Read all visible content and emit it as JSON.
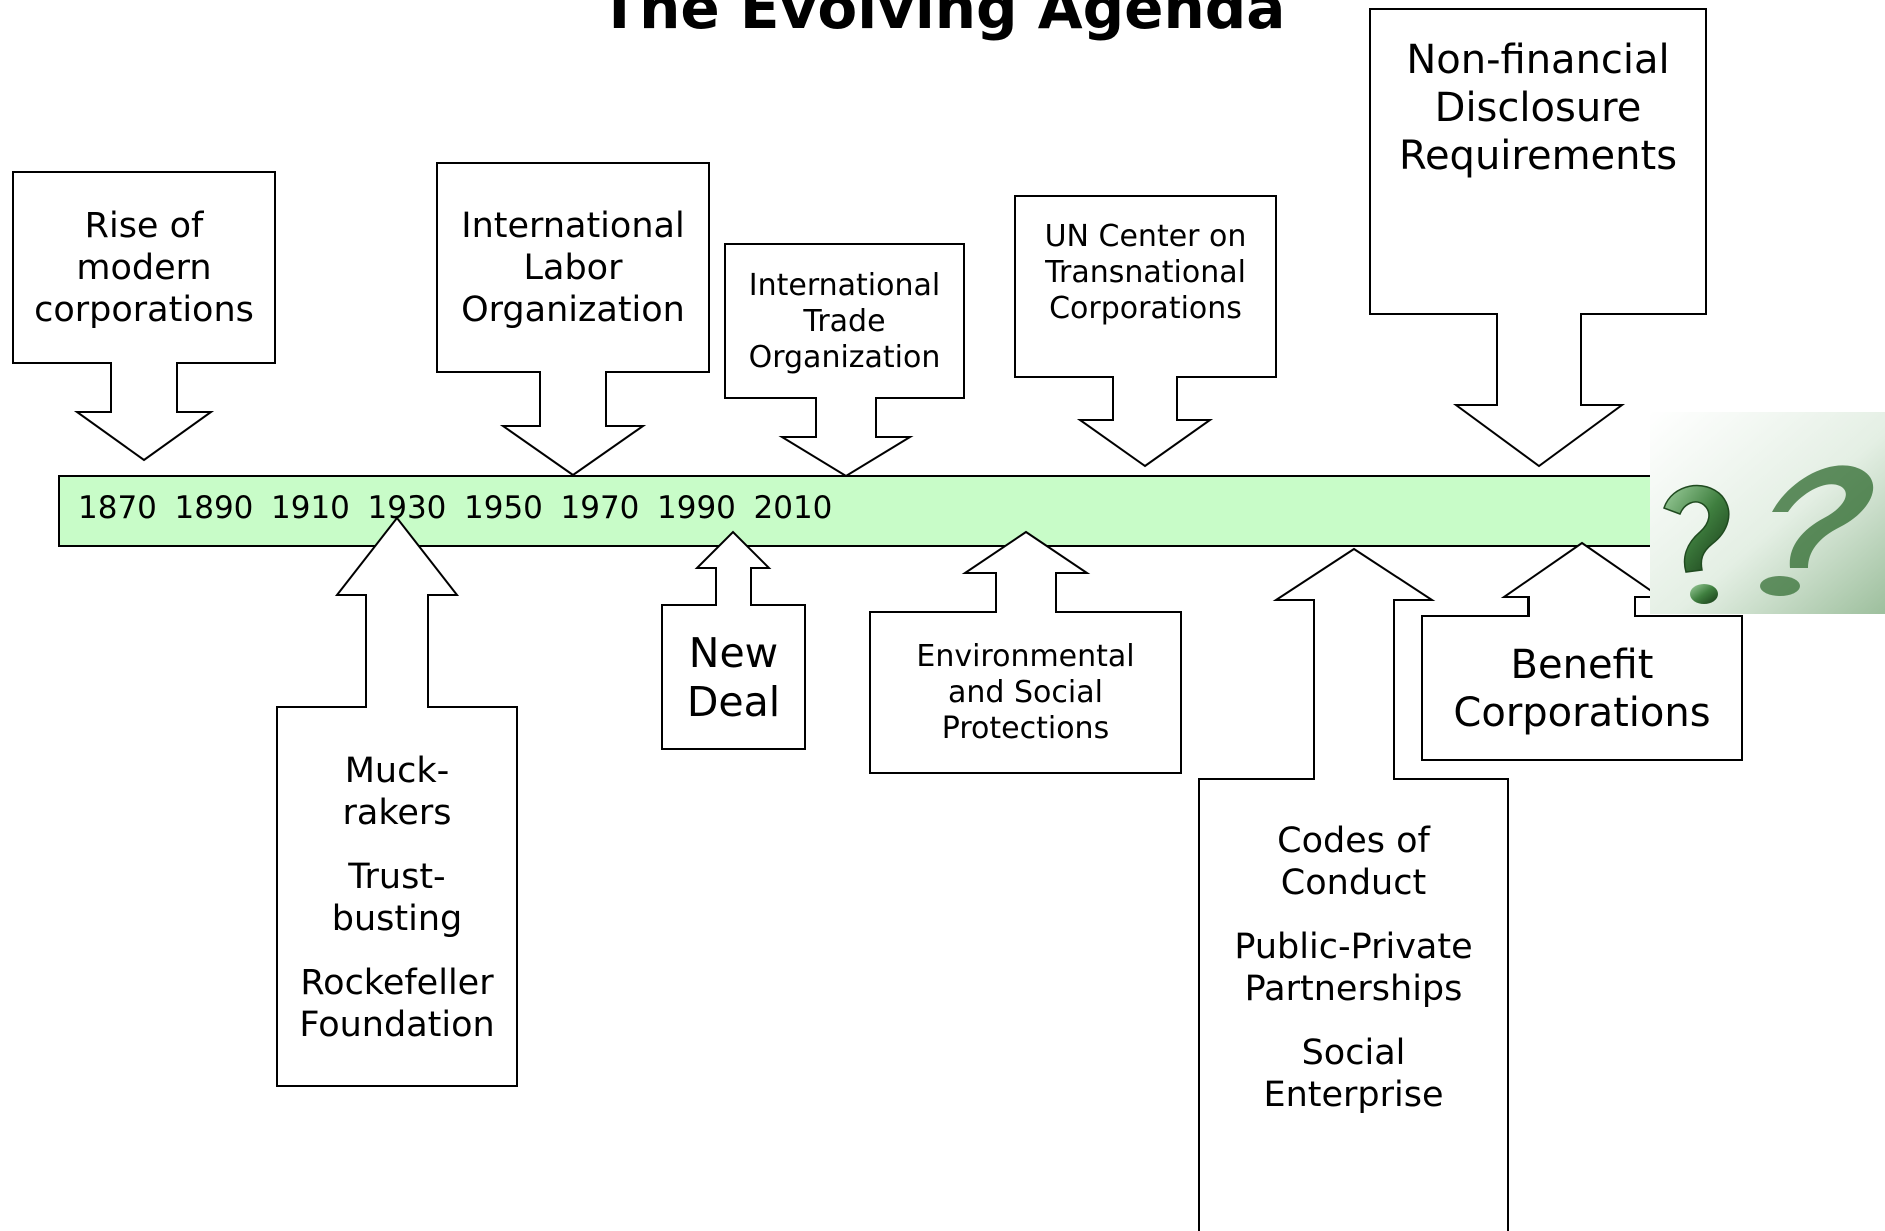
{
  "title": "The Evolving Agenda",
  "colors": {
    "timeline_bar": "#c8fcc8",
    "outline": "#000000",
    "question_mark": "#2e6a2e"
  },
  "timeline": {
    "years": [
      "1870",
      "1890",
      "1910",
      "1930",
      "1950",
      "1970",
      "1990",
      "2010"
    ]
  },
  "callouts_above": [
    {
      "id": "rise",
      "lines": [
        "Rise of",
        "modern",
        "corporations"
      ]
    },
    {
      "id": "ilo",
      "lines": [
        "International",
        "Labor",
        "Organization"
      ]
    },
    {
      "id": "ito",
      "lines": [
        "International",
        "Trade",
        "Organization"
      ]
    },
    {
      "id": "unctc",
      "lines": [
        "UN Center on",
        "Transnational",
        "Corporations"
      ]
    },
    {
      "id": "nonfin",
      "lines": [
        "Non-financial",
        "Disclosure",
        "Requirements"
      ]
    }
  ],
  "callouts_below": [
    {
      "id": "muck",
      "groups": [
        [
          "Muck-",
          "rakers"
        ],
        [
          "Trust-",
          "busting"
        ],
        [
          "Rockefeller",
          "Foundation"
        ]
      ]
    },
    {
      "id": "newdeal",
      "groups": [
        [
          "New",
          "Deal"
        ]
      ]
    },
    {
      "id": "env",
      "groups": [
        [
          "Environmental",
          "and Social",
          "Protections"
        ]
      ]
    },
    {
      "id": "codes",
      "groups": [
        [
          "Codes of",
          "Conduct"
        ],
        [
          "Public-Private",
          "Partnerships"
        ],
        [
          "Social",
          "Enterprise"
        ]
      ]
    },
    {
      "id": "benefit",
      "groups": [
        [
          "Benefit",
          "Corporations"
        ]
      ]
    }
  ],
  "image": {
    "icon": "question-mark-icon"
  }
}
